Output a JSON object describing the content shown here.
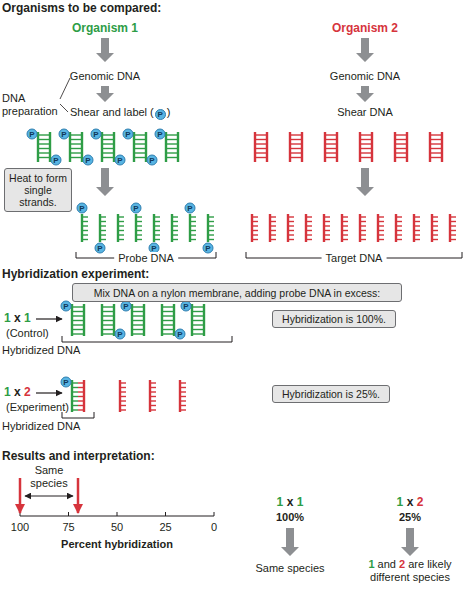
{
  "diagram": {
    "nodes": [
      {
        "text": [
          "Heat to form single strands."
        ]
      },
      {
        "text": [
          "Mix DNA on a nylon membrane, adding probe DNA in excess:"
        ]
      },
      {
        "text": [
          "Hybridization is 100%."
        ]
      },
      {
        "text": [
          "Hybridization is 25%."
        ]
      }
    ],
    "labels": [
      "Organisms to be compared:",
      "Organism 1",
      "Organism 2",
      "Genomic DNA",
      "Genomic DNA",
      "DNA preparation",
      "Shear and label (",
      "P",
      ")",
      "Shear DNA",
      "P",
      "P",
      "P",
      "P",
      "P",
      "P",
      "P",
      "P",
      "P",
      "P",
      "P",
      "P",
      "P",
      "P",
      "P",
      "Probe DNA",
      "Target DNA",
      "Hybridization experiment:",
      "1",
      "x",
      "1",
      "(Control)",
      "P",
      "P",
      "P",
      "P",
      "P",
      "Hybridized DNA",
      "1",
      "x",
      "2",
      "(Experiment)",
      "P",
      "Hybridized DNA",
      "Results and interpretation:",
      "Same species",
      "100",
      "75",
      "50",
      "25",
      "0",
      "Percent hybridization",
      "1",
      "x",
      "1",
      "1",
      "x",
      "2",
      "100%",
      "25%",
      "Same species",
      "1",
      "and",
      "2",
      "are likely different species"
    ]
  }
}
